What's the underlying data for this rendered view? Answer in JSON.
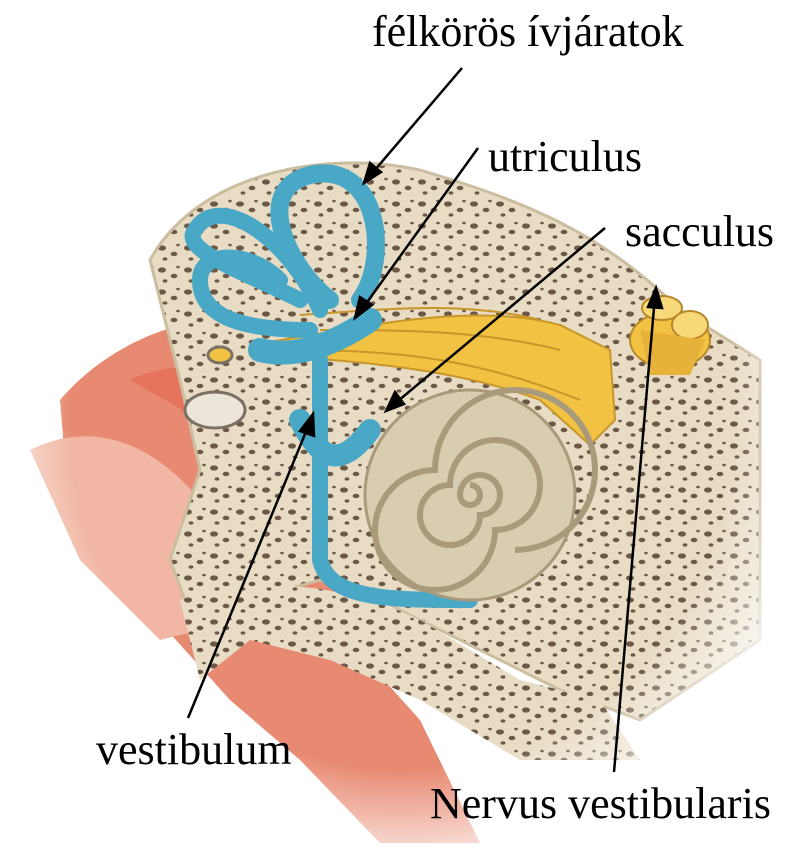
{
  "labels": {
    "semicircular_canals": "félkörös ívjáratok",
    "utriculus": "utriculus",
    "sacculus": "sacculus",
    "vestibulum": "vestibulum",
    "nervus_vestibularis": "Nervus vestibularis"
  },
  "colors": {
    "bone": "#e7dcc3",
    "bone_pores": "#5a4a3a",
    "labyrinth": "#4aa8c7",
    "nerve": "#f2c243",
    "soft_tissue": "#e7806a",
    "cochlea": "#d9cdb1"
  }
}
